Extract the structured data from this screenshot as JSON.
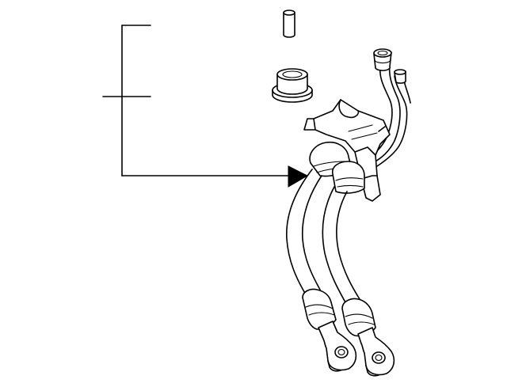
{
  "diagram": {
    "type": "parts-illustration",
    "parts": [
      {
        "name": "pin",
        "icon": "pin-icon"
      },
      {
        "name": "grommet",
        "icon": "grommet-icon"
      },
      {
        "name": "hose-assembly",
        "icon": "hose-assembly-icon"
      }
    ],
    "callout": {
      "arrow": "arrow-right-filled",
      "branches": 2
    },
    "colors": {
      "stroke": "#000000",
      "background": "#ffffff"
    }
  }
}
